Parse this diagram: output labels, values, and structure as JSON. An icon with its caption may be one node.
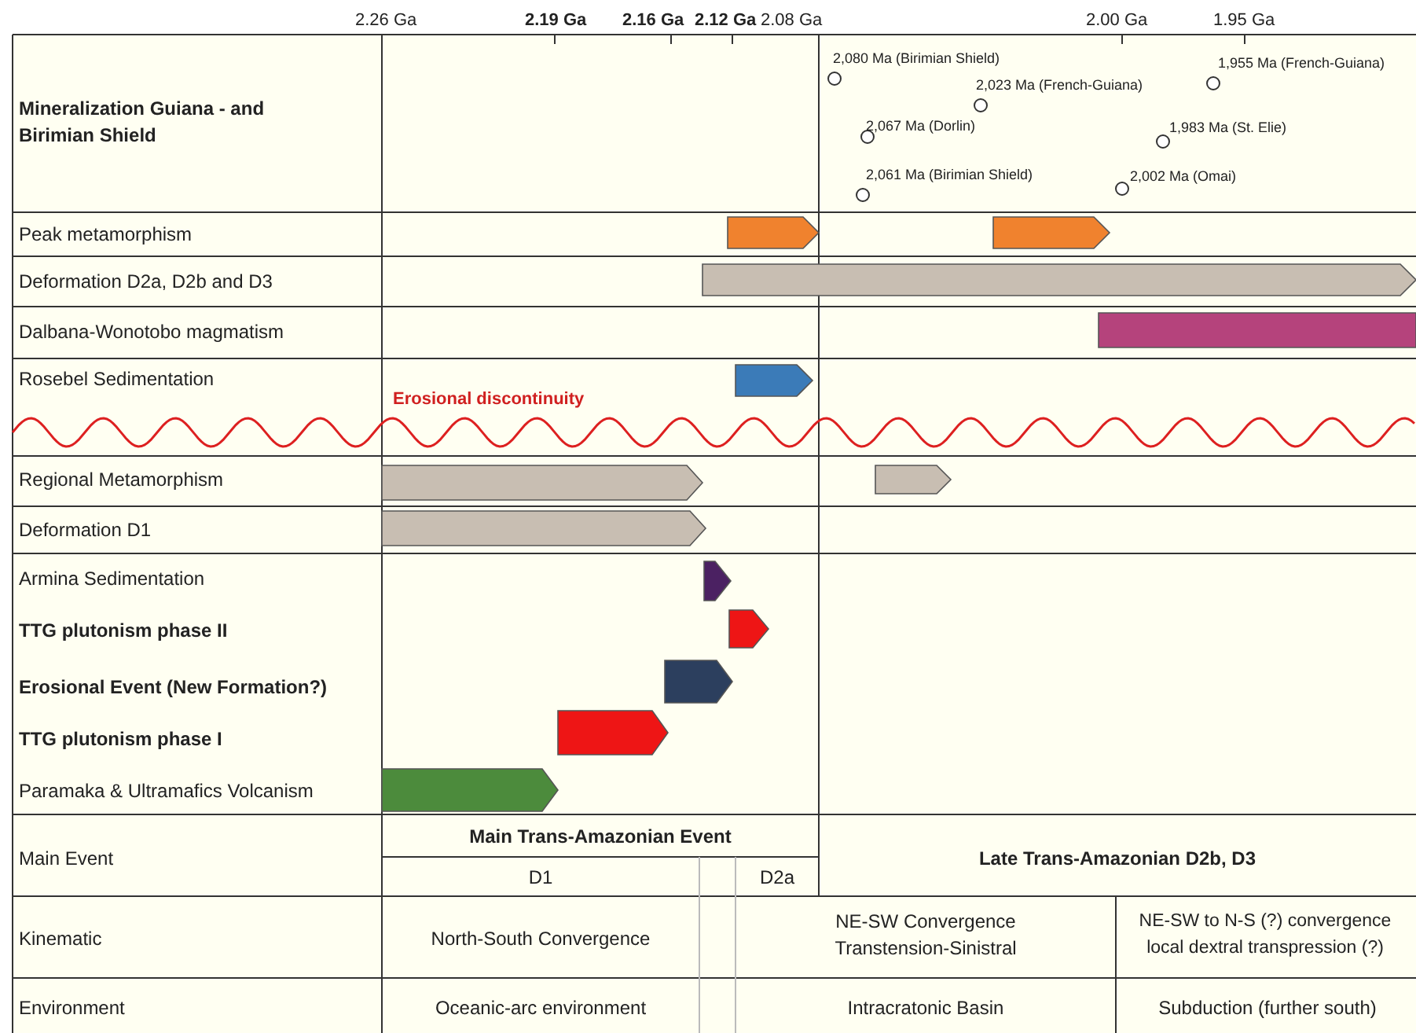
{
  "diagram": {
    "labels": [
      "2.26 Ga",
      "2.19 Ga",
      "2.16 Ga",
      "2.12 Ga",
      "2.08 Ga",
      "2.00 Ga",
      "1.95 Ga",
      "Mineralization Guiana - and Birimian Shield",
      "2,080 Ma (Birimian Shield)",
      "2,023 Ma (French-Guiana)",
      "1,955 Ma (French-Guiana)",
      "2,067 Ma (Dorlin)",
      "1,983 Ma (St. Elie)",
      "2,061 Ma (Birimian Shield)",
      "2,002 Ma (Omai)",
      "Peak metamorphism",
      "Deformation D2a, D2b and D3",
      "Dalbana-Wonotobo magmatism",
      "Rosebel Sedimentation",
      "Erosional discontinuity",
      "Regional Metamorphism",
      "Deformation D1",
      "Armina Sedimentation",
      "TTG plutonism phase II",
      "Erosional Event (New Formation?)",
      "TTG plutonism phase I",
      "Paramaka & Ultramafics Volcanism",
      "Main Event",
      "Main Trans-Amazonian Event",
      "D1",
      "D2a",
      "Late Trans-Amazonian D2b, D3",
      "Kinematic",
      "North-South Convergence",
      "NE-SW Convergence Transtension-Sinistral",
      "NE-SW to N-S (?) convergence local dextral transpression (?)",
      "Environment",
      "Oceanic-arc environment",
      "Intracratonic Basin",
      "Subduction  (further south)"
    ]
  }
}
